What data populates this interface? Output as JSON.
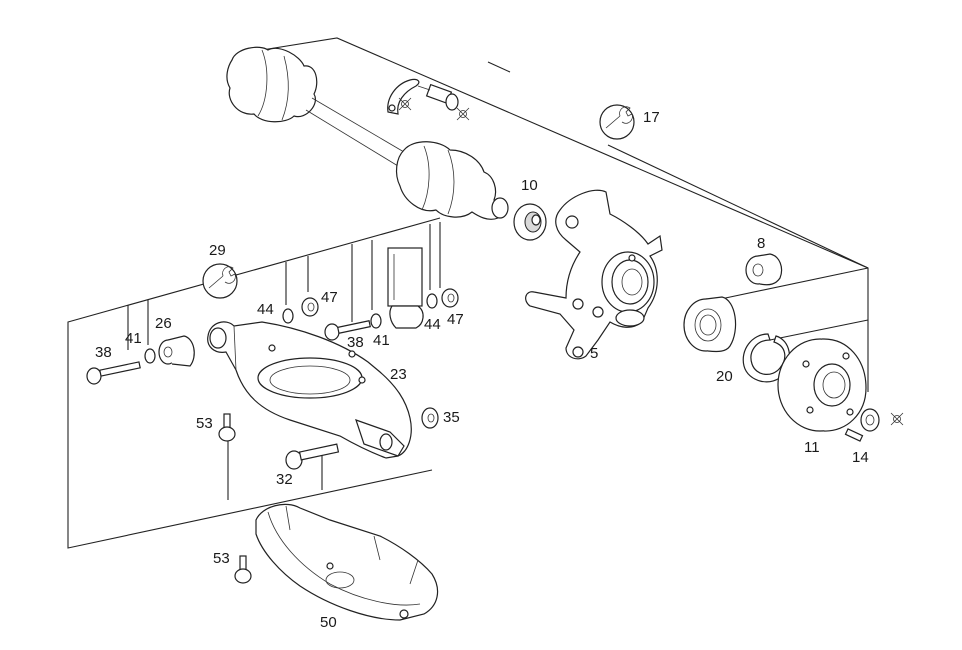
{
  "labels": {
    "p5": "5",
    "p8": "8",
    "p10": "10",
    "p11": "11",
    "p14": "14",
    "p17": "17",
    "p20": "20",
    "p23": "23",
    "p26": "26",
    "p29": "29",
    "p32": "32",
    "p35": "35",
    "p38a": "38",
    "p38b": "38",
    "p41a": "41",
    "p41b": "41",
    "p44a": "44",
    "p44b": "44",
    "p47a": "47",
    "p47b": "47",
    "p50": "50",
    "p53a": "53",
    "p53b": "53"
  },
  "icons": {
    "wrench": "wrench-icon",
    "no_reuse": "no-reuse-symbol-icon"
  },
  "colors": {
    "ink": "#222222",
    "background": "#ffffff"
  }
}
